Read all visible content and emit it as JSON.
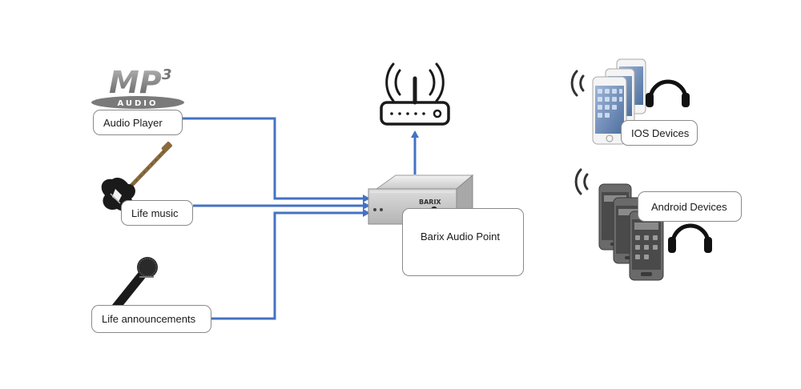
{
  "sources": {
    "mp3_logo": {
      "main": "MP",
      "superscript": "3",
      "sub": "AUDIO"
    },
    "audio_player": "Audio Player",
    "life_music": "Life music",
    "life_announcements": "Life announcements"
  },
  "device": {
    "brand": "BARIX",
    "label": "Barix Audio Point"
  },
  "receivers": {
    "ios": "IOS Devices",
    "android": "Android Devices"
  },
  "colors": {
    "connector": "#4472C4",
    "icon": "#1a1a1a",
    "label_border": "#8a8a8a"
  },
  "icons": [
    "mp3-logo-icon",
    "electric-guitar-icon",
    "microphone-icon",
    "wifi-router-icon",
    "audio-point-box-icon",
    "iphone-stack-icon",
    "android-phone-stack-icon",
    "headphones-icon",
    "wifi-signal-icon"
  ]
}
